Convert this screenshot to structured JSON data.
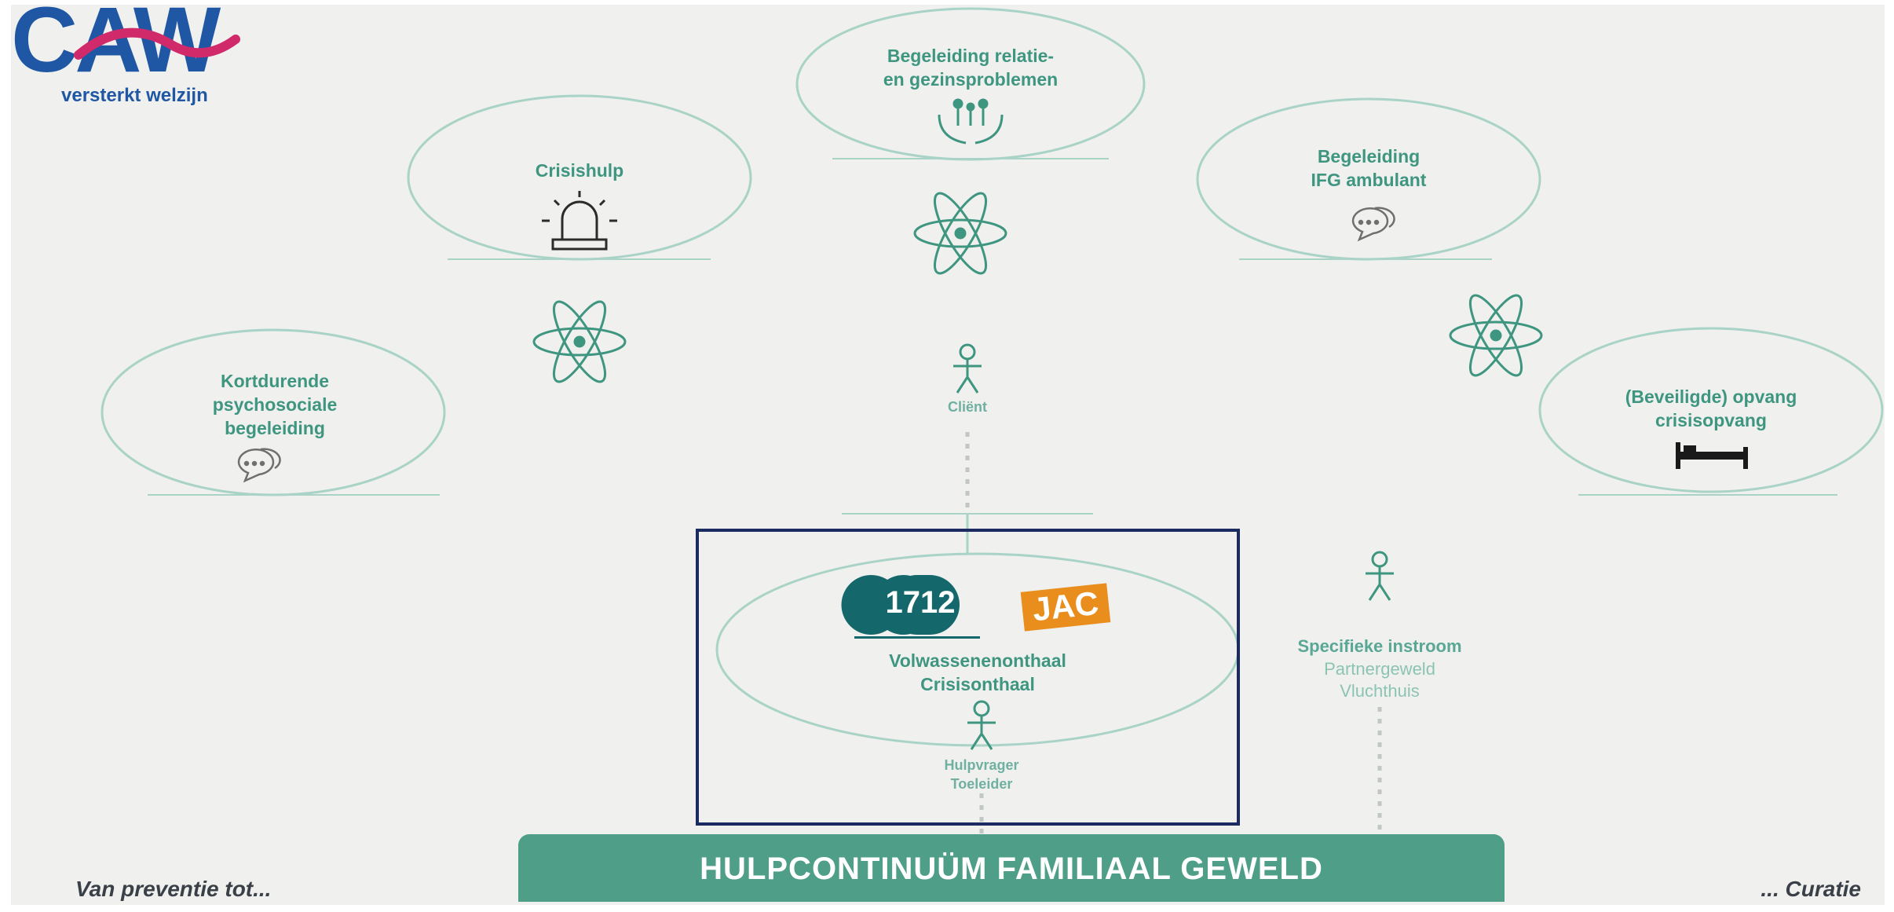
{
  "logo": {
    "text": "CAW",
    "tagline": "versterkt welzijn",
    "color": "#1f57a4",
    "swoosh_color": "#d02a6a"
  },
  "colors": {
    "teal": "#3f9680",
    "light_teal": "#8cc4b4",
    "banner": "#4f9e87",
    "highlight": "#1c2a62",
    "jac": "#e98e1d"
  },
  "nodes": {
    "relatie": {
      "label": "Begeleiding relatie-\nen gezinsproblemen",
      "icon": "family-hands-icon"
    },
    "crisishulp": {
      "label": "Crisishulp",
      "icon": "alarm-light-icon"
    },
    "ifg": {
      "label": "Begeleiding\nIFG ambulant",
      "icon": "speech-bubble-icon"
    },
    "kortdurende": {
      "label": "Kortdurende\npsychosociale\nbegeleiding",
      "icon": "speech-bubble-icon"
    },
    "opvang": {
      "label": "(Beveiligde) opvang\ncrisisopvang",
      "icon": "bed-icon"
    },
    "onthaal": {
      "label": "Volwassenenonthaal\nCrisisonthaal"
    }
  },
  "people": {
    "client": "Cliënt",
    "hulpvrager": "Hulpvrager\nToeleider"
  },
  "instroom": {
    "title": "Specifieke instroom",
    "lines": "Partnergeweld\nVluchthuis"
  },
  "badges": {
    "number": "1712",
    "jac": "JAC"
  },
  "banner": "HULPCONTINUÜM FAMILIAAL GEWELD",
  "footer": {
    "left": "Van preventie tot...",
    "right": "... Curatie"
  }
}
